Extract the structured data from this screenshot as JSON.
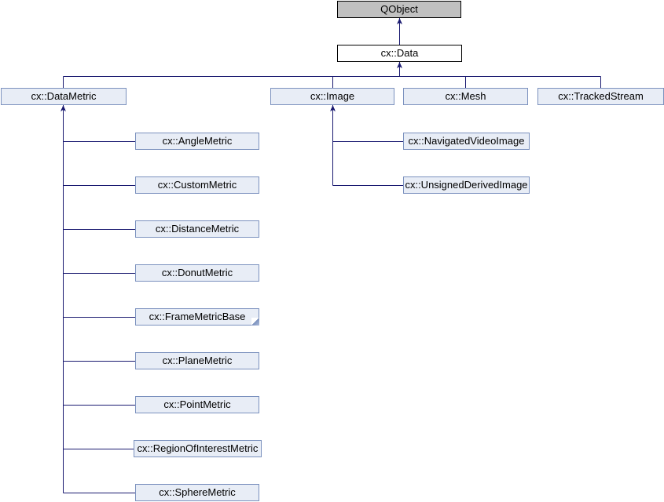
{
  "colors": {
    "edge": "#191970",
    "linked_node_fill": "#e8edf6",
    "linked_node_border": "#7b91be",
    "external_node_fill": "#c0c0c0",
    "external_node_border": "#000000",
    "current_node_fill": "#ffffff",
    "current_node_border": "#000000",
    "text": "#000000",
    "background": "#ffffff"
  },
  "nodes": {
    "qobject": {
      "label": "QObject",
      "style": "external"
    },
    "data": {
      "label": "cx::Data",
      "style": "current"
    },
    "datametric": {
      "label": "cx::DataMetric",
      "style": "linked"
    },
    "image": {
      "label": "cx::Image",
      "style": "linked"
    },
    "mesh": {
      "label": "cx::Mesh",
      "style": "linked"
    },
    "trackedstream": {
      "label": "cx::TrackedStream",
      "style": "linked"
    },
    "anglemetric": {
      "label": "cx::AngleMetric",
      "style": "linked"
    },
    "custommetric": {
      "label": "cx::CustomMetric",
      "style": "linked"
    },
    "distancemetric": {
      "label": "cx::DistanceMetric",
      "style": "linked"
    },
    "donutmetric": {
      "label": "cx::DonutMetric",
      "style": "linked"
    },
    "framemetricbase": {
      "label": "cx::FrameMetricBase",
      "style": "linked",
      "truncated": true
    },
    "planemetric": {
      "label": "cx::PlaneMetric",
      "style": "linked"
    },
    "pointmetric": {
      "label": "cx::PointMetric",
      "style": "linked"
    },
    "regionofinterestmetric": {
      "label": "cx::RegionOfInterestMetric",
      "style": "linked"
    },
    "spheremetric": {
      "label": "cx::SphereMetric",
      "style": "linked"
    },
    "navigatedvideoimage": {
      "label": "cx::NavigatedVideoImage",
      "style": "linked"
    },
    "unsignedderivedimage": {
      "label": "cx::UnsignedDerivedImage",
      "style": "linked"
    }
  },
  "edges": [
    {
      "child": "cx::Data",
      "parent": "QObject"
    },
    {
      "child": "cx::DataMetric",
      "parent": "cx::Data"
    },
    {
      "child": "cx::Image",
      "parent": "cx::Data"
    },
    {
      "child": "cx::Mesh",
      "parent": "cx::Data"
    },
    {
      "child": "cx::TrackedStream",
      "parent": "cx::Data"
    },
    {
      "child": "cx::AngleMetric",
      "parent": "cx::DataMetric"
    },
    {
      "child": "cx::CustomMetric",
      "parent": "cx::DataMetric"
    },
    {
      "child": "cx::DistanceMetric",
      "parent": "cx::DataMetric"
    },
    {
      "child": "cx::DonutMetric",
      "parent": "cx::DataMetric"
    },
    {
      "child": "cx::FrameMetricBase",
      "parent": "cx::DataMetric"
    },
    {
      "child": "cx::PlaneMetric",
      "parent": "cx::DataMetric"
    },
    {
      "child": "cx::PointMetric",
      "parent": "cx::DataMetric"
    },
    {
      "child": "cx::RegionOfInterestMetric",
      "parent": "cx::DataMetric"
    },
    {
      "child": "cx::SphereMetric",
      "parent": "cx::DataMetric"
    },
    {
      "child": "cx::NavigatedVideoImage",
      "parent": "cx::Image"
    },
    {
      "child": "cx::UnsignedDerivedImage",
      "parent": "cx::Image"
    }
  ]
}
